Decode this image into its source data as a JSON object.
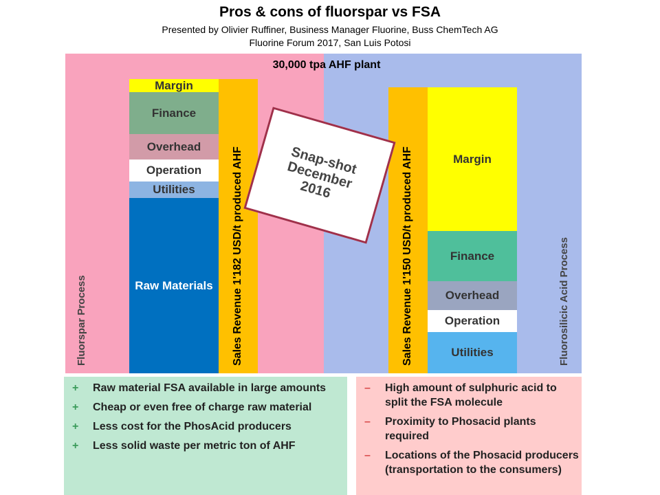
{
  "header": {
    "title": "Pros & cons of fluorspar vs FSA",
    "subtitle1": "Presented by Olivier Ruffiner, Business Manager Fluorine, Buss ChemTech AG",
    "subtitle2": "Fluorine Forum 2017, San Luis Potosi"
  },
  "chart_data": {
    "type": "bar",
    "title": "30,000 tpa AHF plant",
    "stacked": true,
    "processes": [
      {
        "name": "Fluorspar Process",
        "revenue_label": "Sales Revenue 1'182 USD/t produced AHF",
        "segments": [
          {
            "label": "Raw Materials",
            "color": "#0070c0"
          },
          {
            "label": "Utilities",
            "color": "#8db4e2"
          },
          {
            "label": "Operation",
            "color": "#ffffff"
          },
          {
            "label": "Overhead",
            "color": "#d29ba8"
          },
          {
            "label": "Finance",
            "color": "#7fae8c"
          },
          {
            "label": "Margin",
            "color": "#ffff00"
          }
        ]
      },
      {
        "name": "Fluorosilicic Acid Process",
        "revenue_label": "Sales Revenue 1'150 USD/t produced AHF",
        "segments": [
          {
            "label": "Utilities",
            "color": "#56b4ee"
          },
          {
            "label": "Operation",
            "color": "#ffffff"
          },
          {
            "label": "Overhead",
            "color": "#9aa5c0"
          },
          {
            "label": "Finance",
            "color": "#4fbf9b"
          },
          {
            "label": "Margin",
            "color": "#ffff00"
          }
        ]
      }
    ],
    "snapshot": [
      "Snap-shot",
      "December",
      "2016"
    ]
  },
  "pros": {
    "marker": "+",
    "items": [
      "Raw material FSA available in large amounts",
      "Cheap or even free of charge raw material",
      "Less cost for the PhosAcid producers",
      "Less solid waste per metric ton of AHF"
    ]
  },
  "cons": {
    "marker": "–",
    "items": [
      "High amount of sulphuric acid to split the FSA molecule",
      "Proximity to Phosacid plants required",
      "Locations of the Phosacid producers (transportation to the consumers)"
    ]
  }
}
